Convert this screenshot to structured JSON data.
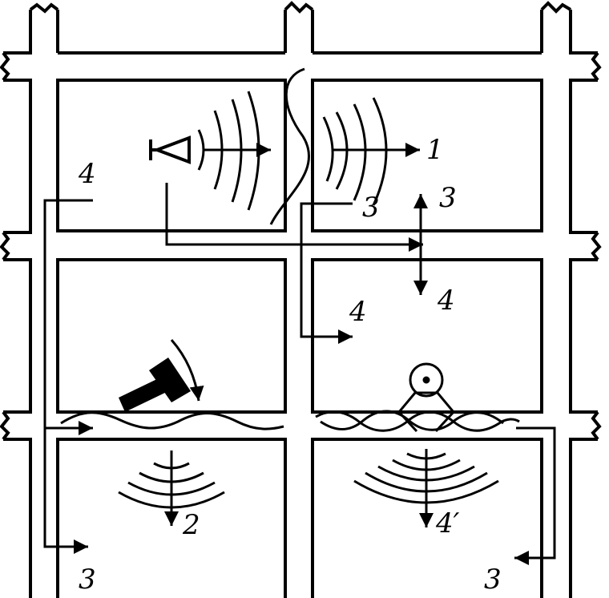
{
  "colors": {
    "background": "#000000",
    "diagram_fill": "#ffffff",
    "stroke": "#000000"
  },
  "labels": {
    "airborne_out": "1",
    "impact_down": "2",
    "flank_top_mid": "3",
    "flank_right_up": "3",
    "flank_bottom_left": "3",
    "flank_bottom_right": "3",
    "flank_top_left": "4",
    "flank_right_down": "4",
    "flank_mid": "4",
    "machine_down": "4′"
  },
  "icons": {
    "speaker": "speaker-icon",
    "hammer": "hammer-icon",
    "machine": "machine-icon"
  }
}
